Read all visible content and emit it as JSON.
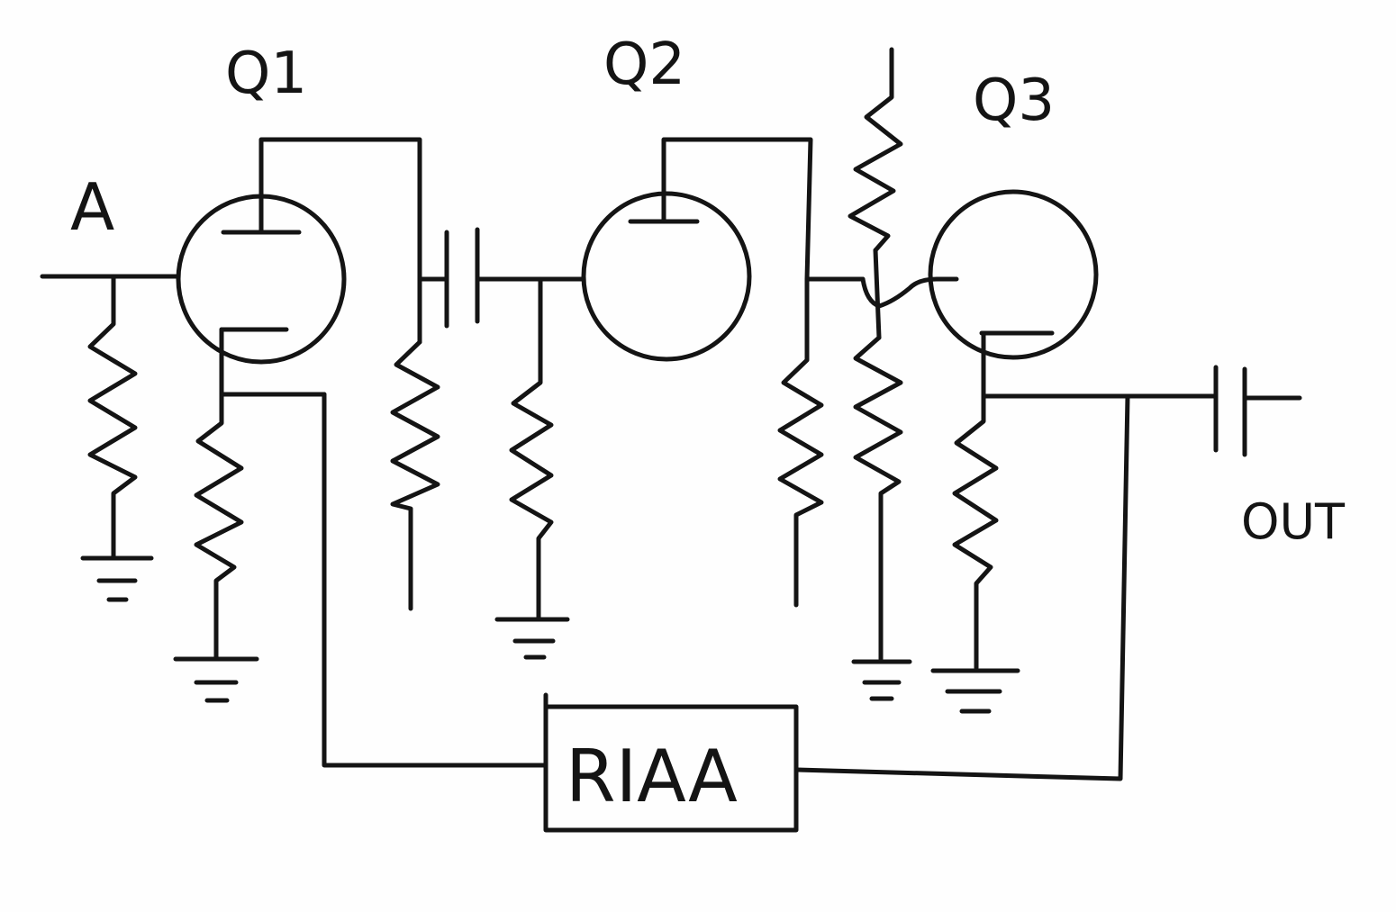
{
  "labels": {
    "q1": "Q1",
    "q2": "Q2",
    "q3": "Q3",
    "input": "A",
    "output": "OUT",
    "riaa": "RIAA"
  },
  "colors": {
    "ink": "#141414",
    "paper": "#fefefe"
  }
}
